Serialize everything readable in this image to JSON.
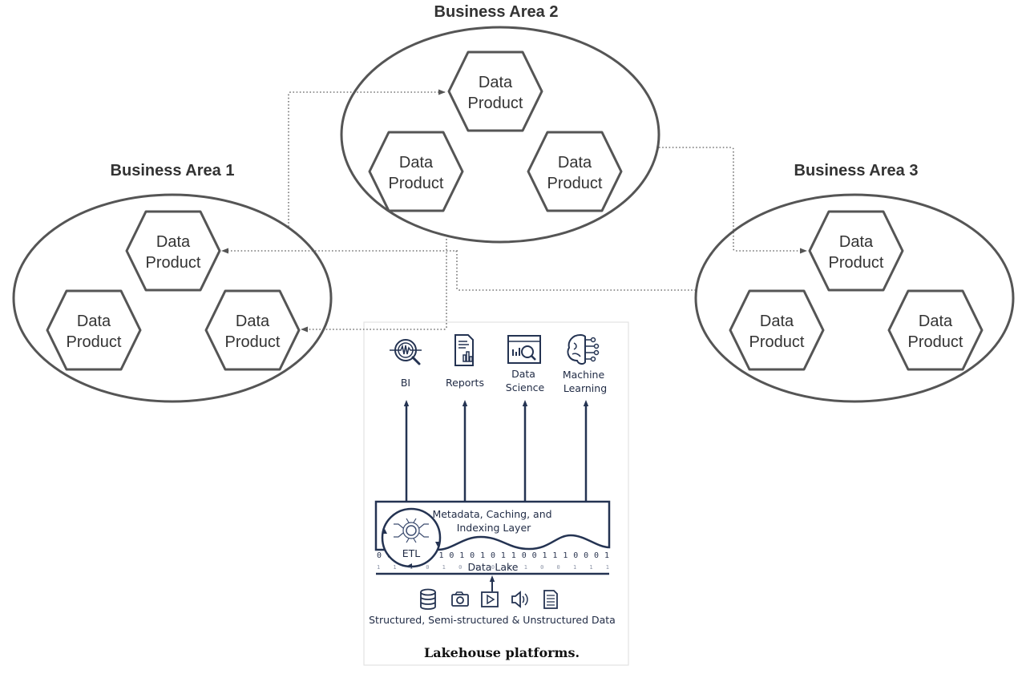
{
  "business_areas": [
    {
      "title": "Business Area 1",
      "products": [
        "Data Product",
        "Data Product",
        "Data Product"
      ]
    },
    {
      "title": "Business Area 2",
      "products": [
        "Data Product",
        "Data Product",
        "Data Product"
      ]
    },
    {
      "title": "Business Area 3",
      "products": [
        "Data Product",
        "Data Product",
        "Data Product"
      ]
    }
  ],
  "lakehouse": {
    "consumers": [
      {
        "label_lines": [
          "BI"
        ],
        "icon": "magnifier-waveform-icon"
      },
      {
        "label_lines": [
          "Reports"
        ],
        "icon": "report-chart-icon"
      },
      {
        "label_lines": [
          "Data",
          "Science"
        ],
        "icon": "data-science-window-icon"
      },
      {
        "label_lines": [
          "Machine",
          "Learning"
        ],
        "icon": "brain-circuit-icon"
      }
    ],
    "metadata_layer_lines": [
      "Metadata, Caching, and",
      "Indexing Layer"
    ],
    "etl_label": "ETL",
    "data_lake_label": "Data Lake",
    "source_icons": [
      "database-icon",
      "camera-icon",
      "video-play-icon",
      "audio-speaker-icon",
      "document-icon"
    ],
    "sources_label": "Structured, Semi-structured & Unstructured Data",
    "caption": "Lakehouse platforms.",
    "bits_row": "0 0 0 0 0 1  1  0 1 0 1  0 1 1 0 0 1 1 1 0 0 0 1",
    "bits_row2": "1  1   1  0  1  0  1  0  1 1  0 0  1 1 1"
  },
  "colors": {
    "diagram_stroke": "#555555",
    "title_text": "#333333",
    "lakehouse_navy": "#243352"
  }
}
